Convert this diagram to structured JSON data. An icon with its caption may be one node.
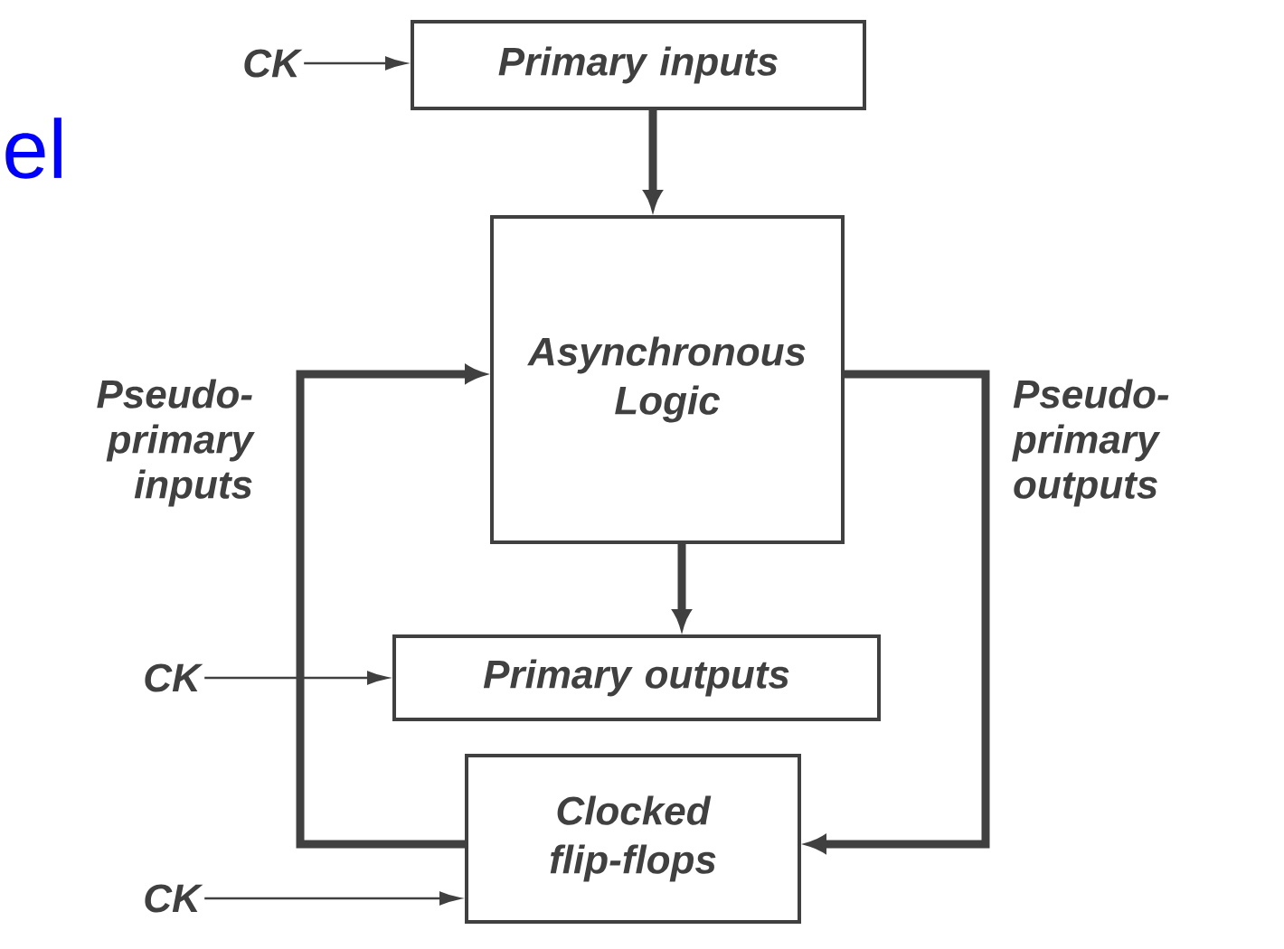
{
  "diagram": {
    "nodes": [
      {
        "text": [
          "CK"
        ]
      },
      {
        "text": [
          "Primary inputs"
        ]
      },
      {
        "text": [
          "Asynchronous Logic"
        ]
      },
      {
        "text": [
          "CK"
        ]
      },
      {
        "text": [
          "Primary outputs"
        ]
      },
      {
        "text": [
          "Clocked flip-flops"
        ]
      },
      {
        "text": [
          "CK"
        ]
      }
    ],
    "edges": [
      {
        "from": 0,
        "to": 1,
        "arrow": "to"
      },
      {
        "from": 1,
        "to": 2,
        "arrow": "to"
      },
      {
        "from": 2,
        "to": 4,
        "arrow": "to"
      },
      {
        "from": 3,
        "to": 4,
        "arrow": "to"
      },
      {
        "from": 5,
        "to": 2,
        "arrow": "to",
        "label": "Pseudo-primary inputs"
      },
      {
        "from": 2,
        "to": 5,
        "arrow": "to",
        "label": "Pseudo-primary outputs"
      },
      {
        "from": 6,
        "to": 5,
        "arrow": "to"
      }
    ],
    "labels": [
      "el"
    ]
  }
}
